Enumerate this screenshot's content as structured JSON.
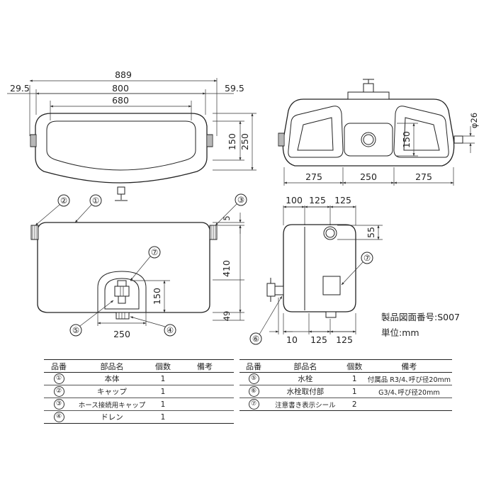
{
  "top_view": {
    "dim_overall": "889",
    "dim_side_left": "29.5",
    "dim_body": "800",
    "dim_side_right": "59.5",
    "dim_inner": "680",
    "dim_height_inner": "150",
    "dim_height_outer": "250"
  },
  "top_view_right": {
    "dim_diameter": "φ26",
    "dim_height": "150",
    "dim_left": "275",
    "dim_mid": "250",
    "dim_right": "275"
  },
  "front_view": {
    "dim_top": "5",
    "dim_height": "410",
    "dim_tap": "150",
    "dim_bottom": "49",
    "dim_drain": "250",
    "callouts": [
      "②",
      "①",
      "③",
      "⑦",
      "⑤",
      "④"
    ]
  },
  "side_view": {
    "dim_top_a": "100",
    "dim_top_b": "125",
    "dim_top_c": "125",
    "dim_cap": "55",
    "dim_bot_a": "10",
    "dim_bot_b": "125",
    "dim_bot_c": "125",
    "callouts": [
      "⑦",
      "⑥"
    ]
  },
  "drawing_number": "製品図面番号:S007",
  "unit": "単位:mm",
  "parts_table_left": {
    "headers": [
      "品番",
      "部品名",
      "個数",
      "備考"
    ],
    "rows": [
      [
        "①",
        "本体",
        "1",
        ""
      ],
      [
        "②",
        "キャップ",
        "1",
        ""
      ],
      [
        "③",
        "ホース接続用キャップ",
        "1",
        ""
      ],
      [
        "④",
        "ドレン",
        "1",
        ""
      ]
    ]
  },
  "parts_table_right": {
    "headers": [
      "品番",
      "部品名",
      "個数",
      "備考"
    ],
    "rows": [
      [
        "⑤",
        "水栓",
        "1",
        "付属品 R3/4､呼び径20mm"
      ],
      [
        "⑥",
        "水栓取付部",
        "1",
        "G3/4､呼び径20mm"
      ],
      [
        "⑦",
        "注意書き表示シール",
        "2",
        ""
      ]
    ]
  }
}
